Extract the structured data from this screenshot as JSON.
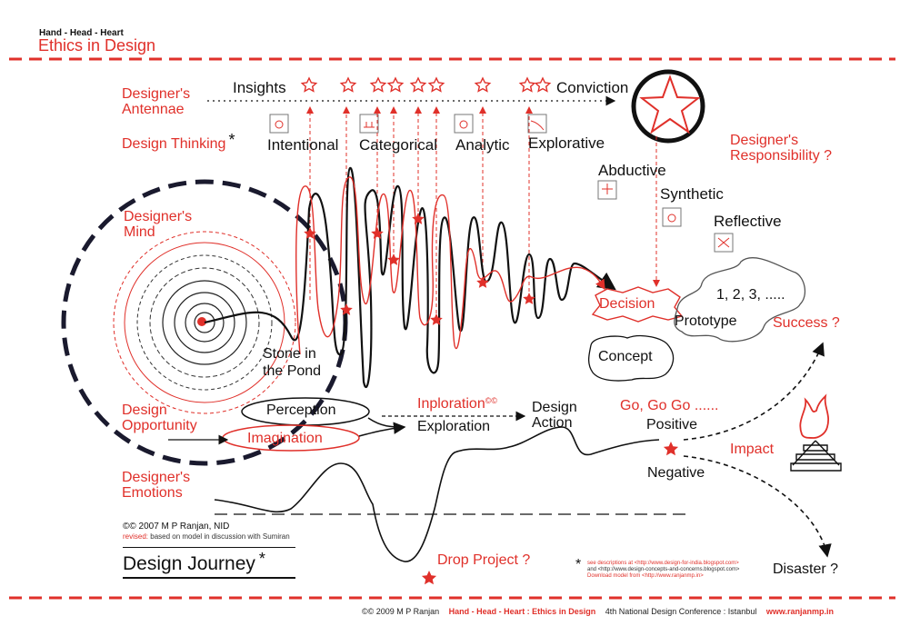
{
  "header": {
    "subtitle": "Hand - Head - Heart",
    "title": "Ethics in Design"
  },
  "left_labels": {
    "antennae": [
      "Designer's",
      "Antennae"
    ],
    "thinking": "Design Thinking",
    "mind": [
      "Designer's",
      "Mind"
    ],
    "opportunity": [
      "Design",
      "Opportunity"
    ],
    "emotions": [
      "Designer's",
      "Emotions"
    ]
  },
  "antennae_row": {
    "insights": "Insights",
    "conviction": "Conviction"
  },
  "thinking_modes": {
    "intentional": "Intentional",
    "categorical": "Categorical",
    "analytic": "Analytic",
    "explorative": "Explorative",
    "abductive": "Abductive",
    "synthetic": "Synthetic",
    "reflective": "Reflective"
  },
  "responsibility": [
    "Designer's",
    "Responsibility ?"
  ],
  "stone": [
    "Stone in",
    "the Pond"
  ],
  "process": {
    "decision": "Decision",
    "prototype": "Prototype",
    "numbers": "1, 2, 3, .....",
    "concept": "Concept",
    "success": "Success ?",
    "perception": "Perception",
    "imagination": "Imagination",
    "inploration": "Inploration",
    "inploration_mark": "©©",
    "exploration": "Exploration",
    "design_action": [
      "Design",
      "Action"
    ],
    "go": "Go, Go Go ......",
    "positive": "Positive",
    "negative": "Negative",
    "impact": "Impact",
    "drop": "Drop Project ?",
    "disaster": "Disaster ?"
  },
  "credit": {
    "copyright": "©© 2007 M P Ranjan, NID",
    "revised_label": "revised:",
    "revised_text": " based on model in discussion with Sumiran",
    "journey": "Design Journey"
  },
  "notes": {
    "line1": "see descriptions at <http://www.design-for-india.blogspot.com>",
    "line2": "and <http://www.design-concepts-and-concerns.blogspot.com>",
    "line3": "Download model from <http://www.ranjanmp.in>"
  },
  "footer": {
    "copyright": "©© 2009 M P Ranjan",
    "title": "Hand - Head - Heart : Ethics in Design",
    "conference": "4th National Design Conference : Istanbul",
    "url": "www.ranjanmp.in"
  },
  "asterisk": "*",
  "colors": {
    "accent": "#e0302a",
    "ink": "#111111"
  }
}
